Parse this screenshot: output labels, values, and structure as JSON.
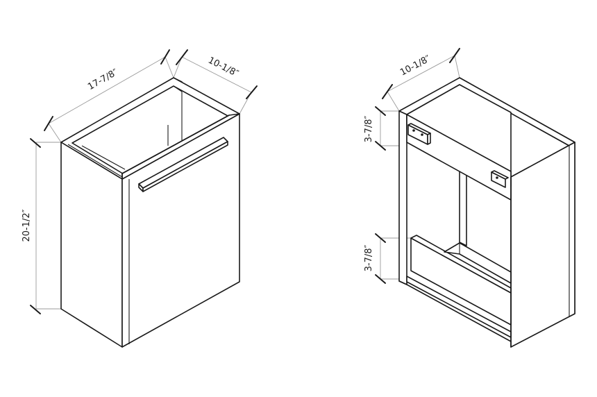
{
  "left_view": {
    "width_label": "17-7/8″",
    "depth_label": "10-1/8″",
    "height_label": "20-1/2″"
  },
  "right_view": {
    "depth_label": "10-1/8″",
    "upper_rail_label": "3-7/8″",
    "lower_rail_label": "3-7/8″"
  }
}
